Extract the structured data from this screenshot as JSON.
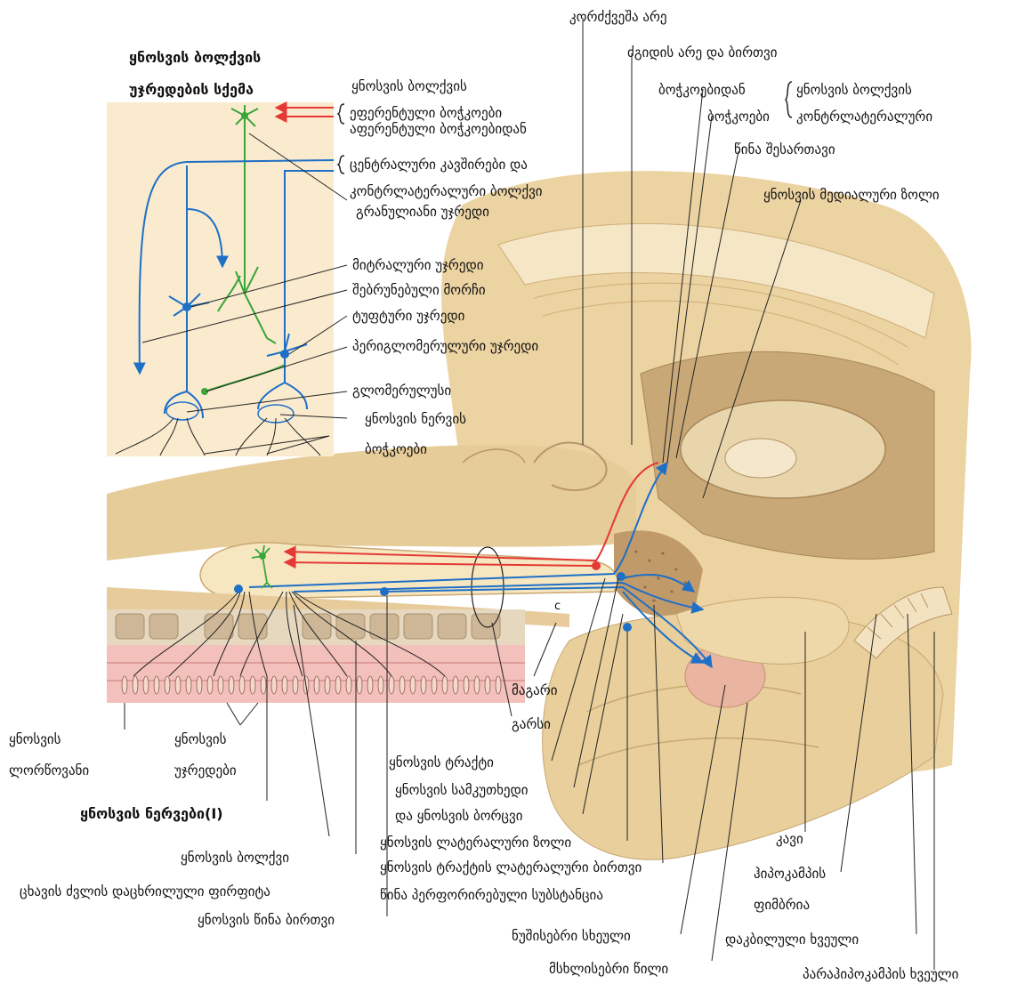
{
  "inset": {
    "title_line1": "ყნოსვის ბოლქვის",
    "title_line2": "უჯრედების სქემა"
  },
  "labels": {
    "cortical_area": "კორძქვეშა არე",
    "olfactory_bulb_top": "ყნოსვის ბოლქვის",
    "efferent_fibers": "ეფერენტული ბოჭკოები",
    "afferent_fibers": "აფერენტული ბოჭკოებიდან",
    "central_connections": "ცენტრალური კავშირები და",
    "contralateral_bulb": "კონტრლატერალური ბოლქვი",
    "granule_cell": "გრანულიანი უჯრედი",
    "mitral_cell": "მიტრალური უჯრედი",
    "recurrent_branch": "შებრუნებული მორჩი",
    "tufted_cell": "ტუფტური უჯრედი",
    "periglomerular_cell": "პერიგლომერულური უჯრედი",
    "glomerulus": "გლომერულუსი",
    "olfactory_nerve_fibers_1": "ყნოსვის ნერვის",
    "olfactory_nerve_fibers_2": "ბოჭკოები",
    "septal_area": "ძგიდის არე და ბირთვი",
    "from_fibers": "ბოჭკოებიდან",
    "fibers": "ბოჭკოები",
    "olfactory_bulb_right": "ყნოსვის ბოლქვის",
    "contralateral": "კონტრლატერალური",
    "anterior_commissure": "წინა შესართავი",
    "medial_stria": "ყნოსვის მედიალური ზოლი",
    "dura_1": "მაგარი",
    "dura_2": "გარსი",
    "c_letter": "c",
    "olfactory_mucosa_1": "ყნოსვის",
    "olfactory_mucosa_2": "ლორწოვანი",
    "olfactory_cells_1": "ყნოსვის",
    "olfactory_cells_2": "უჯრედები",
    "olfactory_nerves": "ყნოსვის ნერვები(I)",
    "olfactory_bulb_bottom": "ყნოსვის ბოლქვი",
    "cribriform_plate": "ცხავის ძვლის დაცხრილული ფირფიტა",
    "anterior_olfactory_nucleus": "ყნოსვის წინა ბირთვი",
    "olfactory_tract": "ყნოსვის ტრაქტი",
    "olfactory_trigone": "ყნოსვის სამკუთხედი",
    "olfactory_tubercle": "და ყნოსვის ბორცვი",
    "lateral_stria": "ყნოსვის ლატერალური ზოლი",
    "lateral_tract_nucleus": "ყნოსვის ტრაქტის ლატერალური ბირთვი",
    "anterior_perforated": "წინა პერფორირებული სუბსტანცია",
    "amygdala": "ნუშისებრი სხეული",
    "piriform_lobe": "მსხლისებრი წილი",
    "uncus": "კავი",
    "fimbria_1": "ჰიპოკამპის",
    "fimbria_2": "ფიმბრია",
    "dentate_gyrus": "დაკბილული ხვეული",
    "parahippocampal_gyrus": "პარაჰიპოკამპის ხვეული"
  },
  "colors": {
    "inset_bg": "#faebcf",
    "tissue": "#ecd6a9",
    "tissue_dark": "#d8b987",
    "efferent": "#e53935",
    "afferent": "#1e6fc6",
    "granule": "#3aa63a",
    "mucosa": "#f1b3b0"
  }
}
